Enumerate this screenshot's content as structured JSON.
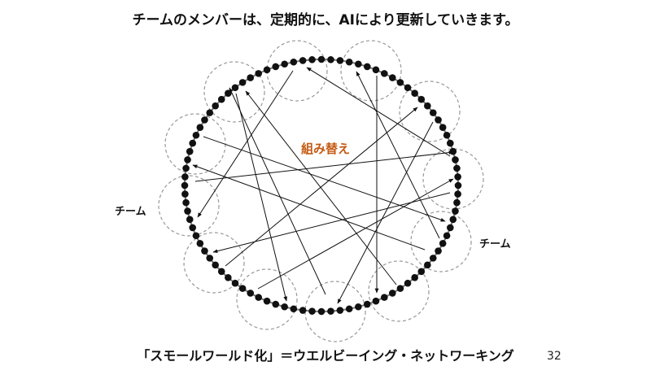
{
  "slide": {
    "title": "チームのメンバーは、定期的に、AIにより更新していきます。",
    "recombine_label": "組み替え",
    "team_label_left": "チーム",
    "team_label_right": "チーム",
    "footer": "「スモールワールド化」＝ウエルビーイング・ネットワーキング",
    "page_number": "32"
  },
  "colors": {
    "accent": "#c55a11",
    "node": "#111111",
    "team_circle": "#999999"
  }
}
